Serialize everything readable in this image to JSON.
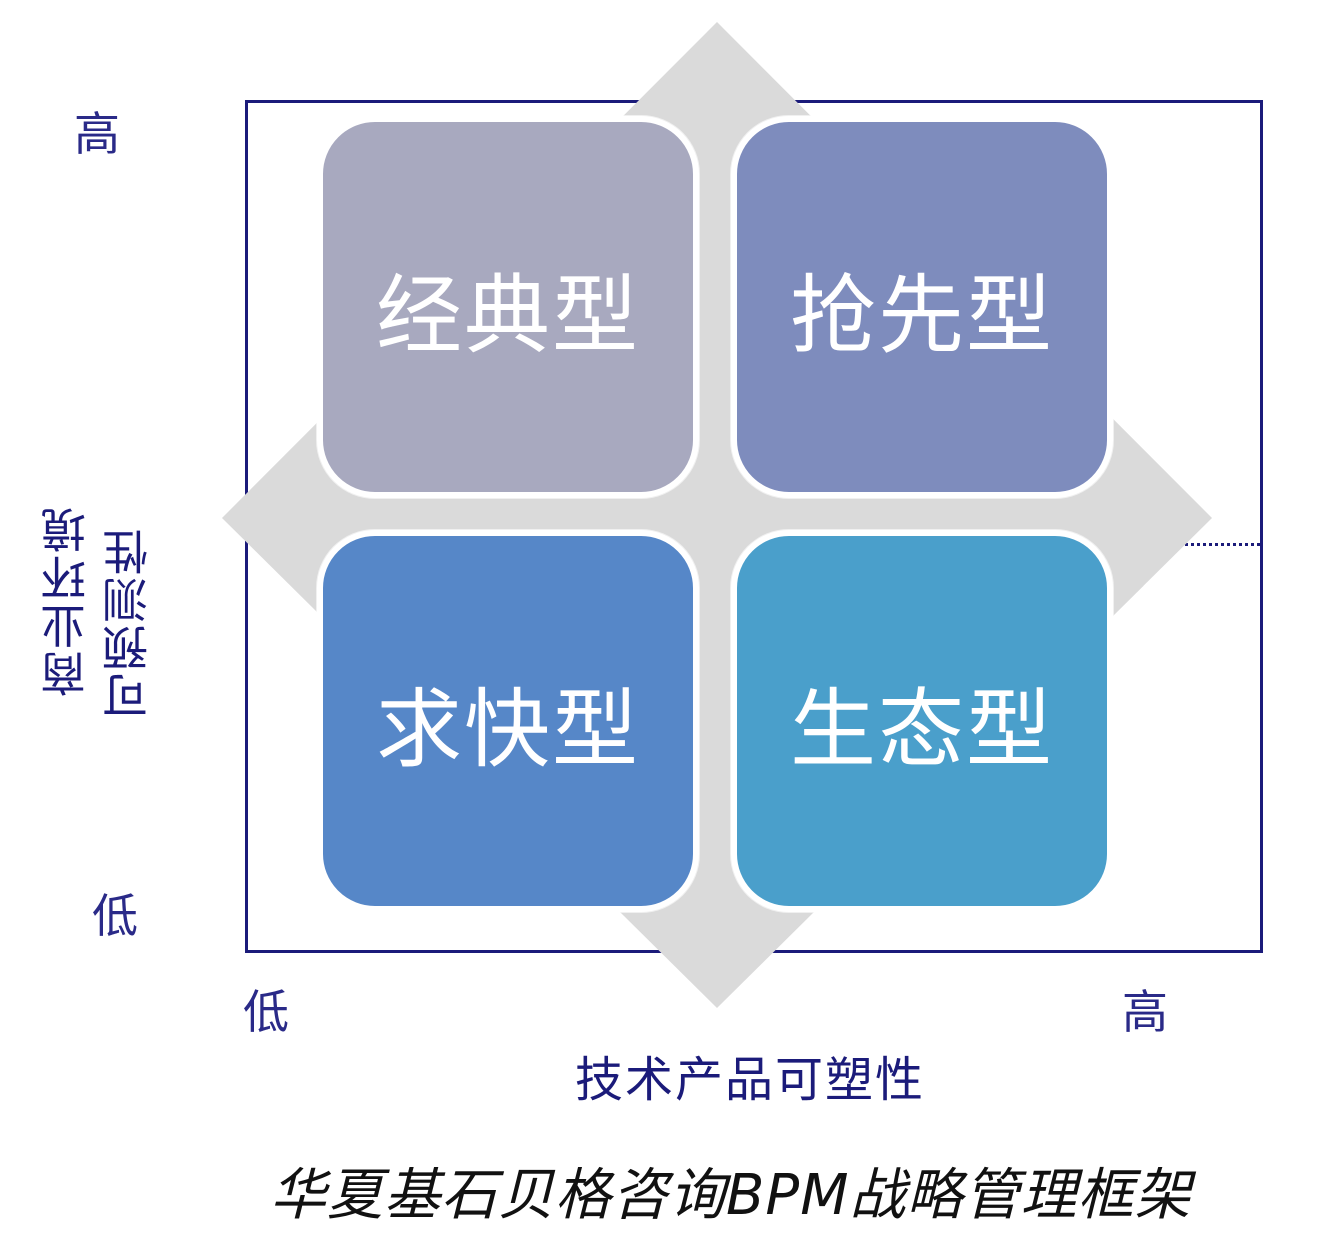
{
  "quadrants": {
    "top_left": {
      "label": "经典型",
      "color": "#a8a9bf"
    },
    "top_right": {
      "label": "抢先型",
      "color": "#7e8cbd"
    },
    "bottom_left": {
      "label": "求快型",
      "color": "#5687c8"
    },
    "bottom_right": {
      "label": "生态型",
      "color": "#4a9fcb"
    }
  },
  "y_axis": {
    "title_line1": "商业环境",
    "title_line2": "可预测性",
    "high_label": "高",
    "low_label": "低"
  },
  "x_axis": {
    "title": "技术产品可塑性",
    "low_label": "低",
    "high_label": "高"
  },
  "caption": "华夏基石贝格咨询BPM战略管理框架",
  "colors": {
    "frame": "#1b1b7a",
    "diamond": "#dadada",
    "axis_text": "#1b1b7a"
  }
}
